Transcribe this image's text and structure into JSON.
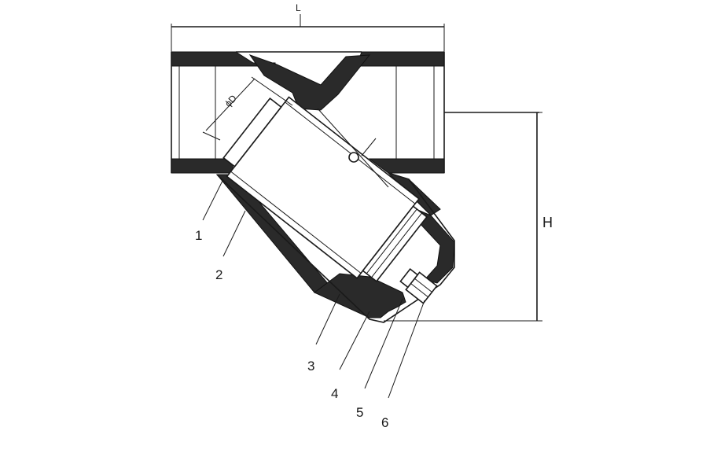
{
  "diagram": {
    "dimensions": {
      "length_label": "L",
      "height_label": "H",
      "diameter_label": "ϕD"
    },
    "callouts": [
      {
        "id": "1",
        "text": "1"
      },
      {
        "id": "2",
        "text": "2"
      },
      {
        "id": "3",
        "text": "3"
      },
      {
        "id": "4",
        "text": "4"
      },
      {
        "id": "5",
        "text": "5"
      },
      {
        "id": "6",
        "text": "6"
      }
    ],
    "colors": {
      "ink": "#1a1a1a",
      "section_fill": "#2a2a2a",
      "background": "#ffffff"
    }
  }
}
